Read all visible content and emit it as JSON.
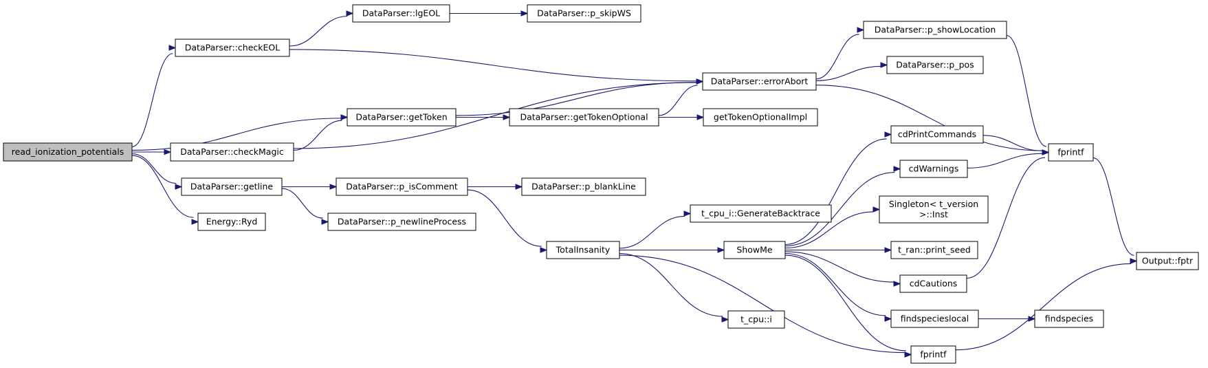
{
  "graph": {
    "nodes": [
      {
        "id": "n0",
        "label": "read_ionization_potentials",
        "root": true
      },
      {
        "id": "n1",
        "label": "DataParser::checkEOL"
      },
      {
        "id": "n2",
        "label": "DataParser::lgEOL"
      },
      {
        "id": "n3",
        "label": "DataParser::p_skipWS"
      },
      {
        "id": "n4",
        "label": "DataParser::errorAbort"
      },
      {
        "id": "n5",
        "label": "DataParser::p_showLocation"
      },
      {
        "id": "n6",
        "label": "DataParser::p_pos"
      },
      {
        "id": "n7",
        "label": "fprintf"
      },
      {
        "id": "n8",
        "label": "DataParser::getToken"
      },
      {
        "id": "n9",
        "label": "DataParser::getTokenOptional"
      },
      {
        "id": "n10",
        "label": "getTokenOptionalImpl"
      },
      {
        "id": "n11",
        "label": "DataParser::checkMagic"
      },
      {
        "id": "n12",
        "label": "DataParser::getline"
      },
      {
        "id": "n13",
        "label": "DataParser::p_isComment"
      },
      {
        "id": "n14",
        "label": "DataParser::p_blankLine"
      },
      {
        "id": "n15",
        "label": "DataParser::p_newlineProcess"
      },
      {
        "id": "n16",
        "label": "Energy::Ryd"
      },
      {
        "id": "n17",
        "label": "TotalInsanity"
      },
      {
        "id": "n18",
        "label": "t_cpu_i::GenerateBacktrace"
      },
      {
        "id": "n19",
        "label": "ShowMe"
      },
      {
        "id": "n20",
        "label": "cdPrintCommands"
      },
      {
        "id": "n21",
        "label": "cdWarnings"
      },
      {
        "id": "n22",
        "label": [
          "Singleton< t_version",
          ">::Inst"
        ]
      },
      {
        "id": "n23",
        "label": "t_ran::print_seed"
      },
      {
        "id": "n24",
        "label": "cdCautions"
      },
      {
        "id": "n25",
        "label": "findspecieslocal"
      },
      {
        "id": "n26",
        "label": "findspecies"
      },
      {
        "id": "n27",
        "label": "fprintf"
      },
      {
        "id": "n28",
        "label": "t_cpu::i"
      },
      {
        "id": "n29",
        "label": "Output::fptr"
      }
    ],
    "edges": [
      [
        "n0",
        "n1"
      ],
      [
        "n0",
        "n8"
      ],
      [
        "n0",
        "n11"
      ],
      [
        "n0",
        "n12"
      ],
      [
        "n0",
        "n16"
      ],
      [
        "n1",
        "n2"
      ],
      [
        "n1",
        "n4"
      ],
      [
        "n2",
        "n3"
      ],
      [
        "n4",
        "n5"
      ],
      [
        "n4",
        "n6"
      ],
      [
        "n4",
        "n7"
      ],
      [
        "n5",
        "n7"
      ],
      [
        "n8",
        "n4"
      ],
      [
        "n8",
        "n9"
      ],
      [
        "n9",
        "n4"
      ],
      [
        "n9",
        "n10"
      ],
      [
        "n11",
        "n8"
      ],
      [
        "n11",
        "n4"
      ],
      [
        "n12",
        "n13"
      ],
      [
        "n12",
        "n15"
      ],
      [
        "n13",
        "n14"
      ],
      [
        "n13",
        "n17"
      ],
      [
        "n17",
        "n18"
      ],
      [
        "n17",
        "n19"
      ],
      [
        "n17",
        "n28"
      ],
      [
        "n17",
        "n27"
      ],
      [
        "n19",
        "n20"
      ],
      [
        "n19",
        "n21"
      ],
      [
        "n19",
        "n22"
      ],
      [
        "n19",
        "n23"
      ],
      [
        "n19",
        "n24"
      ],
      [
        "n19",
        "n25"
      ],
      [
        "n19",
        "n27"
      ],
      [
        "n20",
        "n7"
      ],
      [
        "n21",
        "n7"
      ],
      [
        "n24",
        "n7"
      ],
      [
        "n25",
        "n26"
      ],
      [
        "n27",
        "n29"
      ],
      [
        "n7",
        "n29"
      ]
    ]
  }
}
